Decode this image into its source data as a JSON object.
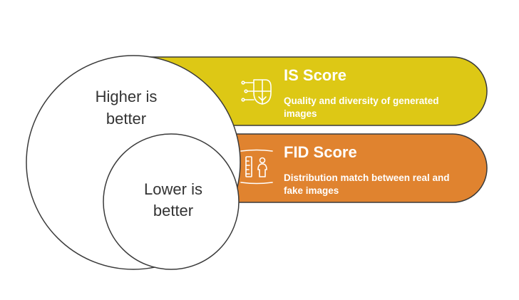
{
  "colors": {
    "is_band": "#DDC815",
    "fid_band": "#E0832F",
    "outline": "#3a3a3a",
    "text_on_band": "#FFFFFF",
    "circle_text": "#333333"
  },
  "big_circle": {
    "line1": "Higher is",
    "line2": "better"
  },
  "small_circle": {
    "line1": "Lower is",
    "line2": "better"
  },
  "is_item": {
    "icon": "diversity-face-icon",
    "title": "IS Score",
    "desc_line1": "Quality and diversity of generated",
    "desc_line2": "images"
  },
  "fid_item": {
    "icon": "measure-person-icon",
    "title": "FID Score",
    "desc_line1": "Distribution match between real and",
    "desc_line2": "fake images"
  }
}
